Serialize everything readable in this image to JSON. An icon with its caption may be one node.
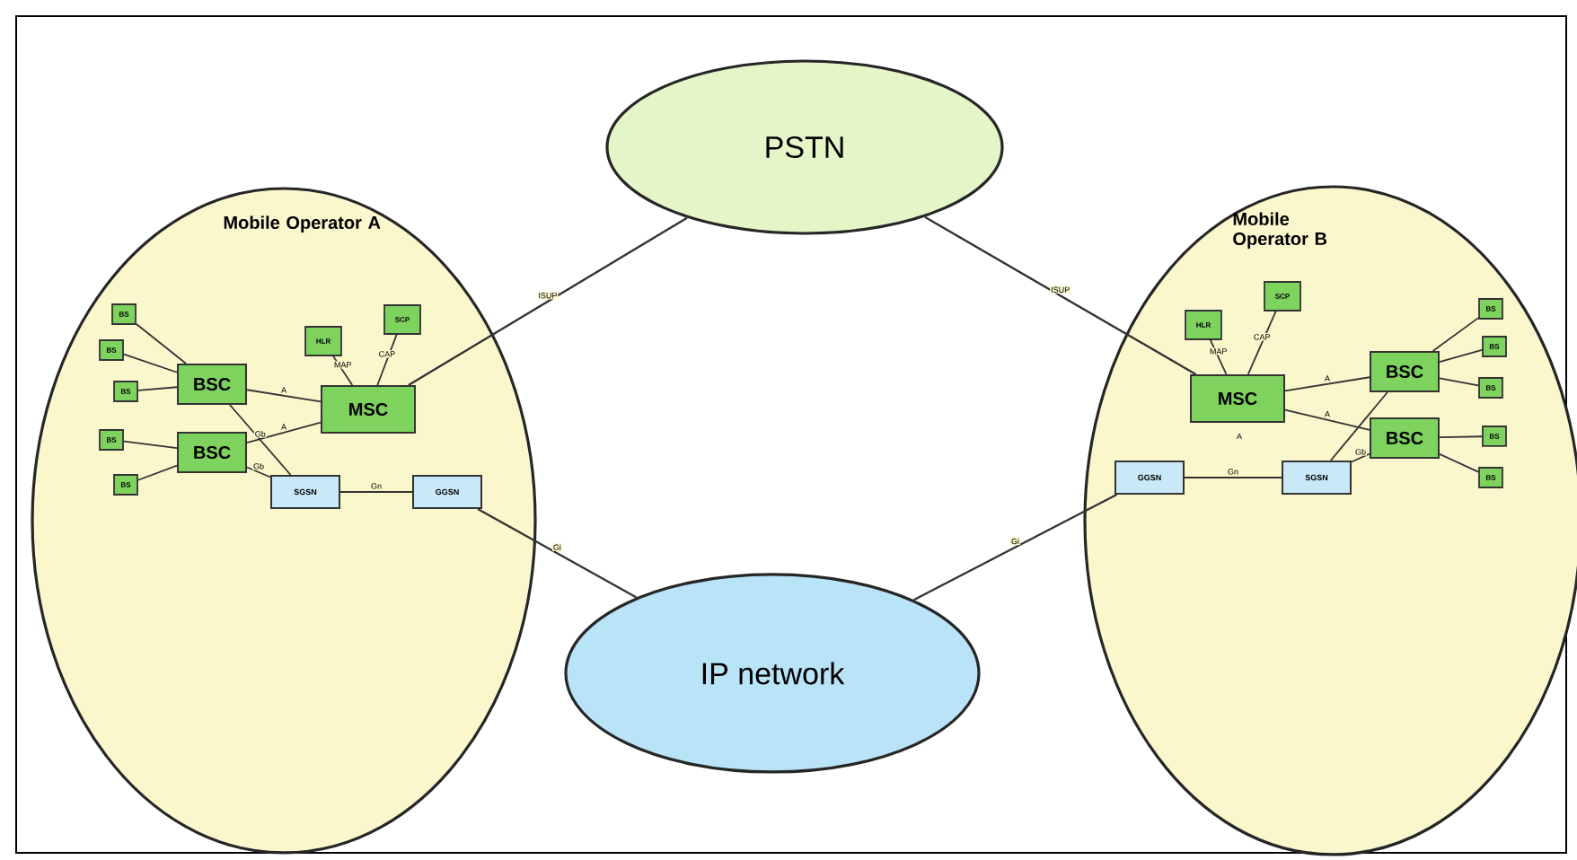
{
  "diagram": {
    "nodes": [
      {
        "text": [
          "Mobile Operator A"
        ]
      },
      {
        "text": [
          "PSTN"
        ]
      },
      {
        "text": [
          "IP network"
        ]
      },
      {
        "text": [
          "Mobile Operator B"
        ]
      },
      {
        "text": [
          "BS"
        ],
        "in": 0
      },
      {
        "text": [
          "BS"
        ],
        "in": 0
      },
      {
        "text": [
          "BS"
        ],
        "in": 0
      },
      {
        "text": [
          "BS"
        ],
        "in": 0
      },
      {
        "text": [
          "BS"
        ],
        "in": 0
      },
      {
        "text": [
          "BSC"
        ],
        "in": 0
      },
      {
        "text": [
          "BSC"
        ],
        "in": 0
      },
      {
        "text": [
          "HLR"
        ],
        "in": 0
      },
      {
        "text": [
          "SCP"
        ],
        "in": 0
      },
      {
        "text": [
          "MSC"
        ],
        "in": 0
      },
      {
        "text": [
          "SGSN"
        ],
        "in": 0
      },
      {
        "text": [
          "GGSN"
        ],
        "in": 0
      },
      {
        "text": [
          "HLR"
        ],
        "in": 3
      },
      {
        "text": [
          "SCP"
        ],
        "in": 3
      },
      {
        "text": [
          "MSC"
        ],
        "in": 3
      },
      {
        "text": [
          "BSC"
        ],
        "in": 3
      },
      {
        "text": [
          "BSC"
        ],
        "in": 3
      },
      {
        "text": [
          "BS"
        ],
        "in": 3
      },
      {
        "text": [
          "BS"
        ],
        "in": 3
      },
      {
        "text": [
          "BS"
        ],
        "in": 3
      },
      {
        "text": [
          "BS"
        ],
        "in": 3
      },
      {
        "text": [
          "BS"
        ],
        "in": 3
      },
      {
        "text": [
          "GGSN"
        ],
        "in": 3
      },
      {
        "text": [
          "SGSN"
        ],
        "in": 3
      }
    ],
    "edges": [
      {
        "from": 4,
        "to": 9,
        "arrow": "none"
      },
      {
        "from": 5,
        "to": 9,
        "arrow": "none"
      },
      {
        "from": 6,
        "to": 9,
        "arrow": "none"
      },
      {
        "from": 7,
        "to": 10,
        "arrow": "none"
      },
      {
        "from": 8,
        "to": 10,
        "arrow": "none"
      },
      {
        "from": 9,
        "to": 13,
        "arrow": "none",
        "label": "A"
      },
      {
        "from": 10,
        "to": 13,
        "arrow": "none",
        "label": "A"
      },
      {
        "from": 11,
        "to": 13,
        "arrow": "none",
        "label": "MAP"
      },
      {
        "from": 12,
        "to": 13,
        "arrow": "none",
        "label": "CAP"
      },
      {
        "from": 13,
        "to": 1,
        "arrow": "none",
        "label": "ISUP"
      },
      {
        "from": 9,
        "to": 14,
        "arrow": "none",
        "label": "Gb"
      },
      {
        "from": 10,
        "to": 14,
        "arrow": "none",
        "label": "Gb"
      },
      {
        "from": 14,
        "to": 15,
        "arrow": "none",
        "label": "Gn"
      },
      {
        "from": 15,
        "to": 2,
        "arrow": "none",
        "label": "Gi"
      },
      {
        "from": 21,
        "to": 19,
        "arrow": "none"
      },
      {
        "from": 22,
        "to": 19,
        "arrow": "none"
      },
      {
        "from": 23,
        "to": 19,
        "arrow": "none"
      },
      {
        "from": 24,
        "to": 20,
        "arrow": "none"
      },
      {
        "from": 25,
        "to": 20,
        "arrow": "none"
      },
      {
        "from": 18,
        "to": 19,
        "arrow": "none",
        "label": "A"
      },
      {
        "from": 18,
        "to": 20,
        "arrow": "none",
        "label": "A"
      },
      {
        "from": 16,
        "to": 18,
        "arrow": "none",
        "label": "MAP"
      },
      {
        "from": 17,
        "to": 18,
        "arrow": "none",
        "label": "CAP"
      },
      {
        "from": 1,
        "to": 18,
        "arrow": "none",
        "label": "ISUP"
      },
      {
        "from": 27,
        "to": 19,
        "arrow": "none"
      },
      {
        "from": 27,
        "to": 20,
        "arrow": "none",
        "label": "Gb"
      },
      {
        "from": 26,
        "to": 27,
        "arrow": "none",
        "label": "Gn"
      },
      {
        "from": 2,
        "to": 26,
        "arrow": "none",
        "label": "Gi"
      }
    ],
    "labels": [
      "A"
    ]
  }
}
